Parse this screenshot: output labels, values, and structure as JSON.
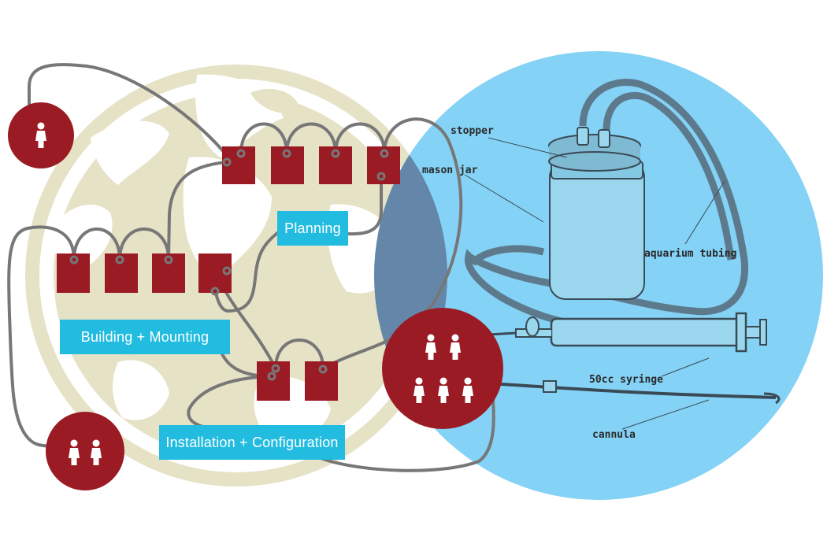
{
  "labels": {
    "planning": "Planning",
    "building": "Building + Mounting",
    "installation": "Installation + Configuration"
  },
  "illustration": {
    "annotations": {
      "stopper": "stopper",
      "mason_jar": "mason jar",
      "aquarium_tubing": "aquarium tubing",
      "syringe": "50cc syringe",
      "cannula": "cannula"
    }
  },
  "groups": {
    "single": "person-icon",
    "pair": "two-people-icon",
    "team": "five-people-icon"
  },
  "colors": {
    "block": "#9a1b24",
    "label": "#21bcdf",
    "globe": "#e6e2c6",
    "blue_circle": "#84d2f6",
    "overlap": "#6487a9",
    "connector": "#777777"
  }
}
